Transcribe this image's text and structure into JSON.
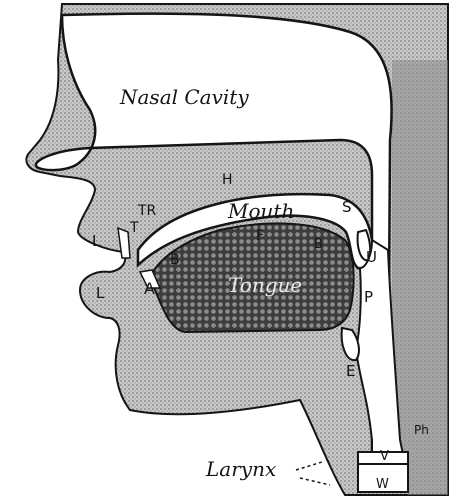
{
  "colors": {
    "background": "#ffffff",
    "tissue_stipple": "#9a9a9a",
    "tissue_light": "#c9c9c9",
    "tongue_dark": "#3d3d3d",
    "ink": "#151515"
  },
  "labels": {
    "nasal_cavity": "Nasal Cavity",
    "mouth": "Mouth",
    "tongue": "Tongue",
    "larynx": "Larynx"
  },
  "letters": {
    "H": "H",
    "S": "S",
    "TR": "TR",
    "T": "T",
    "L_upper": "L",
    "L_lower": "L",
    "A": "A",
    "B": "B",
    "F": "F",
    "B_back": "B",
    "U": "U",
    "P": "P",
    "E": "E",
    "V": "V",
    "W": "W",
    "Ph": "Ph"
  }
}
